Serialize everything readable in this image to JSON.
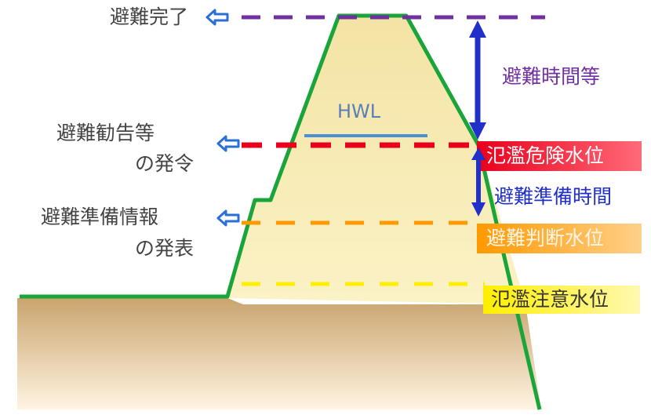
{
  "left_labels": {
    "evacuation_complete": "避難完了",
    "advisory_line1": "避難勧告等",
    "advisory_line2": "の発令",
    "prep_info_line1": "避難準備情報",
    "prep_info_line2": "の発表"
  },
  "water_levels": {
    "hwl": "HWL",
    "danger": "氾濫危険水位",
    "judgment": "避難判断水位",
    "caution": "氾濫注意水位"
  },
  "time_spans": {
    "evacuation_time": "避難時間等",
    "preparation_time": "避難準備時間"
  },
  "colors": {
    "evacuation_complete": "#7030a0",
    "danger": "#e8001c",
    "judgment": "#ff9900",
    "caution": "#ffee00",
    "hwl": "#4a90d9",
    "arrow_blue": "#2030c8",
    "levee_outline": "#1aa53a",
    "levee_fill": "#f5e6a0",
    "ground_fill": "#c9a46e"
  }
}
